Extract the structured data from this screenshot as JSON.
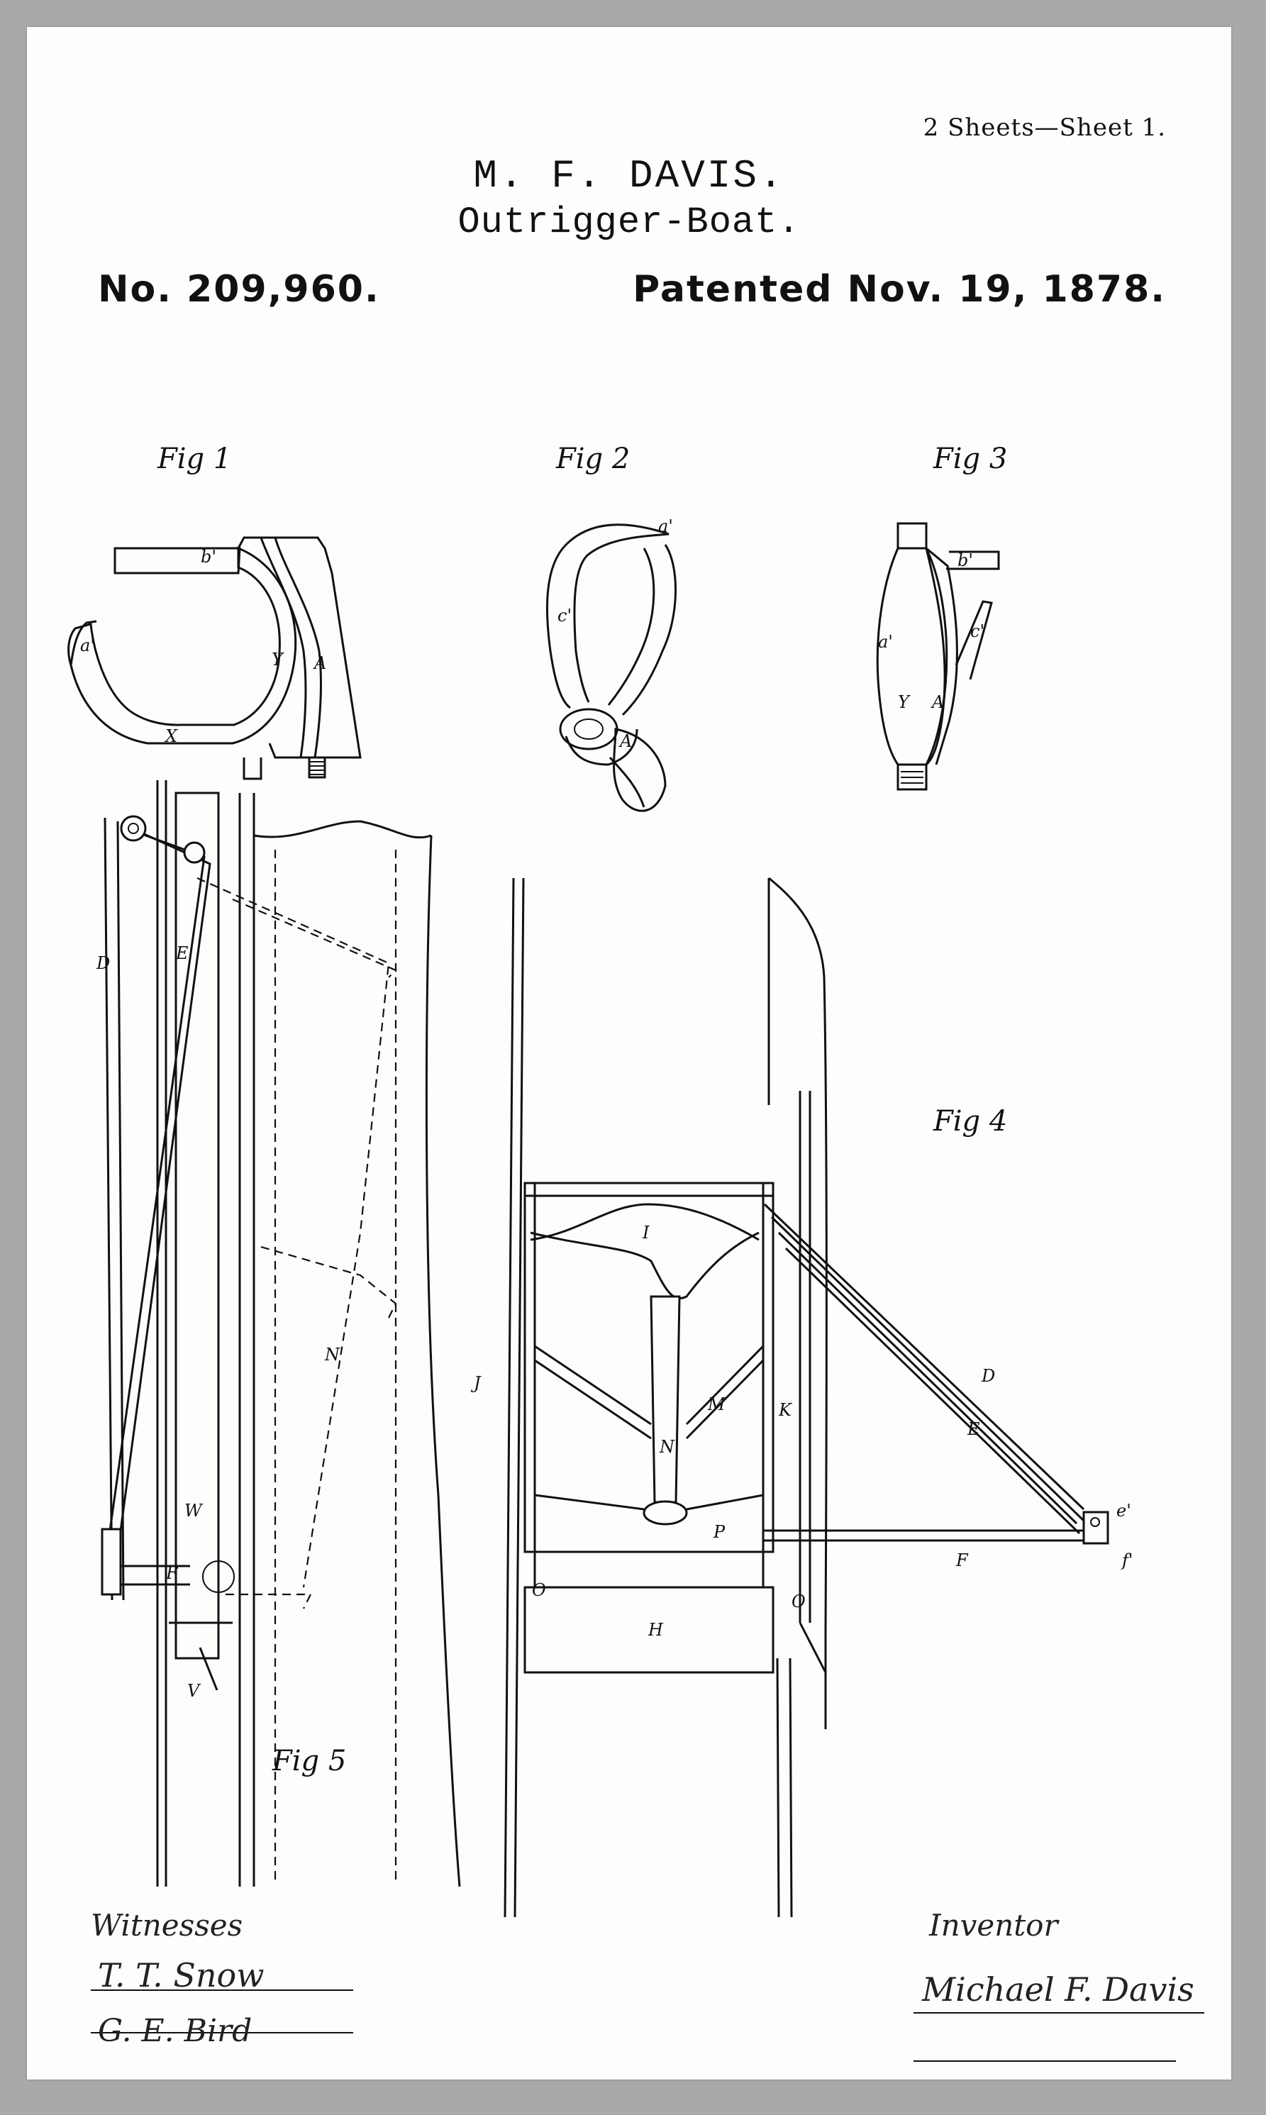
{
  "header": {
    "sheets_note": "2 Sheets—Sheet 1.",
    "inventor_name": "M. F. DAVIS.",
    "invention_title": "Outrigger-Boat.",
    "patent_number": "No. 209,960.",
    "patent_date": "Patented Nov. 19, 1878."
  },
  "figures": {
    "fig1": "Fig 1",
    "fig2": "Fig 2",
    "fig3": "Fig 3",
    "fig4": "Fig 4",
    "fig5": "Fig 5"
  },
  "references": {
    "fig1": [
      "b'",
      "a'",
      "Y",
      "A",
      "X"
    ],
    "fig2": [
      "a'",
      "c'",
      "A"
    ],
    "fig3": [
      "b'",
      "a'",
      "c'",
      "Y",
      "A"
    ],
    "fig4": [
      "I",
      "J",
      "M",
      "N",
      "K",
      "D",
      "E",
      "e'",
      "P",
      "F",
      "f'",
      "O",
      "O",
      "H"
    ],
    "fig5": [
      "D",
      "E",
      "N",
      "W",
      "F",
      "V"
    ]
  },
  "signatures": {
    "witnesses_label": "Witnesses",
    "witness_1": "T. T. Snow",
    "witness_2": "G. E. Bird",
    "inventor_label": "Inventor",
    "inventor_signature": "Michael F. Davis"
  },
  "colors": {
    "paper": "#fdfdfb",
    "ink": "#111111",
    "border": "#a9a9a9"
  }
}
